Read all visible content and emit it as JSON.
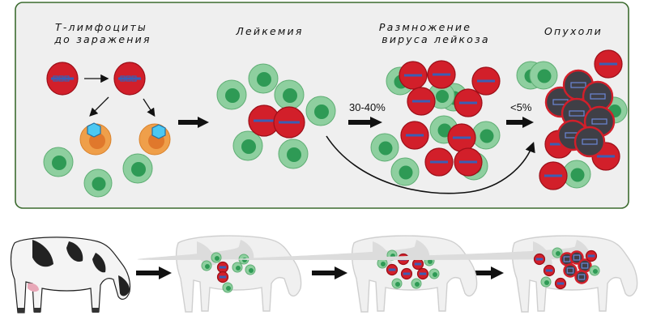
{
  "stages": [
    {
      "id": "before",
      "title_lines": [
        "Т-лимфоциты",
        "до заражения"
      ]
    },
    {
      "id": "leukemia",
      "title_lines": [
        "Лейкемия"
      ]
    },
    {
      "id": "replication",
      "title_lines": [
        "Размножение",
        "вируса лейкоза"
      ]
    },
    {
      "id": "tumors",
      "title_lines": [
        "Опухоли"
      ]
    }
  ],
  "transitions": [
    {
      "id": "to-replication",
      "label": "30-40%"
    },
    {
      "id": "to-tumors",
      "label": "<5%"
    }
  ],
  "colors": {
    "panel_fill": "#efefef",
    "panel_border": "#3c6b2f",
    "infected_cell": "#d21f2a",
    "infected_cell_dark": "#9c0f18",
    "healthy_cell": "#8ecf9f",
    "healthy_nucleus": "#2e9a55",
    "apc_cell": "#ef9f4a",
    "virus": "#4cc8f2",
    "provirus": "#3a5fb5",
    "tumor_cell": "#3f3f46",
    "arrow": "#111111",
    "cow_black": "#222222",
    "cow_ghost": "#cfcfcf"
  }
}
